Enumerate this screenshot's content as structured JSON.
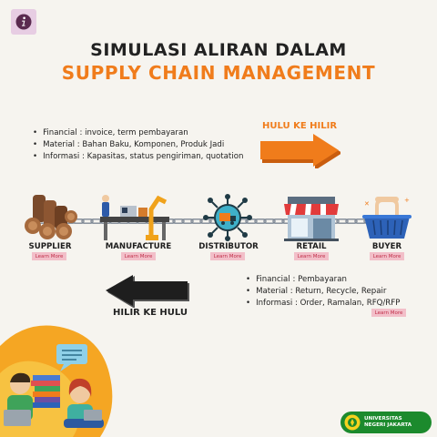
{
  "title": {
    "line1": "SIMULASI ALIRAN DALAM",
    "line2": "SUPPLY CHAIN MANAGEMENT"
  },
  "upstream_to_downstream": {
    "label": "HULU KE HILIR",
    "items": [
      "Financial : invoice, term pembayaran",
      "Material : Bahan Baku, Komponen, Produk Jadi",
      "Informasi : Kapasitas, status pengiriman, quotation"
    ]
  },
  "downstream_to_upstream": {
    "label": "HILIR KE HULU",
    "items": [
      "Financial : Pembayaran",
      "Material : Return, Recycle, Repair",
      "Informasi : Order, Ramalan, RFQ/RFP"
    ],
    "learn_more": "Learn More"
  },
  "nodes": [
    {
      "label": "SUPPLIER",
      "learn_more": "Learn More",
      "icon": "logs-icon"
    },
    {
      "label": "MANUFACTURE",
      "learn_more": "Learn More",
      "icon": "factory-robot-icon"
    },
    {
      "label": "DISTRIBUTOR",
      "learn_more": "Learn More",
      "icon": "truck-network-icon"
    },
    {
      "label": "RETAIL",
      "learn_more": "Learn More",
      "icon": "store-icon"
    },
    {
      "label": "BUYER",
      "learn_more": "Learn More",
      "icon": "basket-icon"
    }
  ],
  "logo": {
    "line1": "UNIVERSITAS",
    "line2": "NEGERI JAKARTA"
  },
  "colors": {
    "accent": "#f07c1b",
    "dark": "#1e1e1e",
    "bg": "#f6f4ef",
    "learn_bg": "#f2bfc9"
  }
}
